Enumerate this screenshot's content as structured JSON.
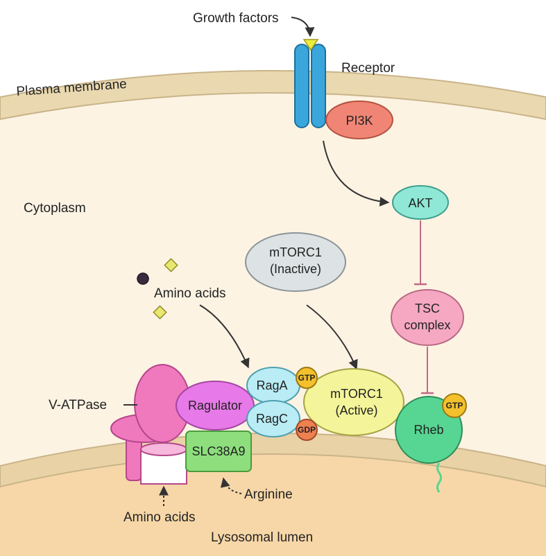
{
  "labels": {
    "growth_factors": "Growth factors",
    "receptor": "Receptor",
    "plasma_membrane": "Plasma membrane",
    "cytoplasm": "Cytoplasm",
    "amino_acids_top": "Amino acids",
    "v_atpase": "V-ATPase",
    "arginine": "Arginine",
    "amino_acids_bottom": "Amino acids",
    "lysosomal_lumen": "Lysosomal lumen"
  },
  "nodes": {
    "pi3k": "PI3K",
    "akt": "AKT",
    "tsc_line1": "TSC",
    "tsc_line2": "complex",
    "mtorc1_inactive_line1": "mTORC1",
    "mtorc1_inactive_line2": "(Inactive)",
    "mtorc1_active_line1": "mTORC1",
    "mtorc1_active_line2": "(Active)",
    "raga": "RagA",
    "ragc": "RagC",
    "ragulator": "Ragulator",
    "slc38a9": "SLC38A9",
    "rheb": "Rheb"
  },
  "badges": {
    "raga_gtp": "GTP",
    "ragc_gdp": "GDP",
    "rheb_gtp": "GTP"
  },
  "colors": {
    "cytoplasm": "#fdf3e3",
    "membrane": "#ead8b0",
    "lumen": "#f7d7a8",
    "receptor": "#3aa6dc",
    "pi3k": "#f08575",
    "akt": "#8fe8d6",
    "tsc": "#f6a8c2",
    "mtorc1_inactive": "#dde2e4",
    "mtorc1_active": "#f4f49a",
    "rag": "#b9ecf5",
    "ragulator": "#e879e8",
    "v_atpase": "#f078bd",
    "slc38a9": "#8ede7e",
    "rheb": "#56d692",
    "gtp": "#f4c12c",
    "gdp": "#ef8050",
    "inhibit": "#c06a86"
  }
}
